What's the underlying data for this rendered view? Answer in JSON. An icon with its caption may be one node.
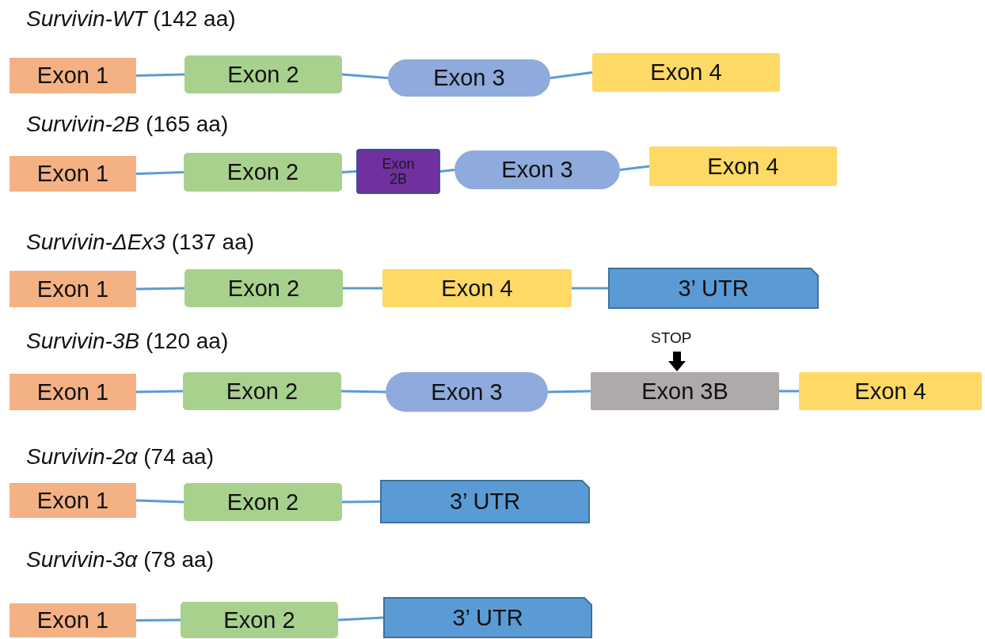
{
  "diagram": {
    "nodes": [
      {
        "text": [
          "Exon 1"
        ]
      },
      {
        "text": [
          "Exon 2"
        ]
      },
      {
        "text": [
          "Exon 3"
        ]
      },
      {
        "text": [
          "Exon 4"
        ]
      },
      {
        "text": [
          "Exon 1"
        ]
      },
      {
        "text": [
          "Exon 2"
        ]
      },
      {
        "text": [
          "Exon 2B"
        ]
      },
      {
        "text": [
          "Exon 3"
        ]
      },
      {
        "text": [
          "Exon 4"
        ]
      },
      {
        "text": [
          "Exon 1"
        ]
      },
      {
        "text": [
          "Exon 2"
        ]
      },
      {
        "text": [
          "Exon 4"
        ]
      },
      {
        "text": [
          "3’ UTR"
        ]
      },
      {
        "text": [
          "Exon 1"
        ]
      },
      {
        "text": [
          "Exon 2"
        ]
      },
      {
        "text": [
          "Exon 3"
        ]
      },
      {
        "text": [
          "Exon 3B"
        ]
      },
      {
        "text": [
          "Exon 4"
        ]
      },
      {
        "text": [
          "Exon 1"
        ]
      },
      {
        "text": [
          "Exon 2"
        ]
      },
      {
        "text": [
          "3’ UTR"
        ]
      },
      {
        "text": [
          "Exon 1"
        ]
      },
      {
        "text": [
          "Exon 2"
        ]
      },
      {
        "text": [
          "3’ UTR"
        ]
      }
    ],
    "edges": [
      {
        "from": 0,
        "to": 1,
        "arrow": "none"
      },
      {
        "from": 1,
        "to": 2,
        "arrow": "none"
      },
      {
        "from": 2,
        "to": 3,
        "arrow": "none"
      },
      {
        "from": 4,
        "to": 5,
        "arrow": "none"
      },
      {
        "from": 5,
        "to": 6,
        "arrow": "none"
      },
      {
        "from": 6,
        "to": 7,
        "arrow": "none"
      },
      {
        "from": 7,
        "to": 8,
        "arrow": "none"
      },
      {
        "from": 9,
        "to": 10,
        "arrow": "none"
      },
      {
        "from": 10,
        "to": 11,
        "arrow": "none"
      },
      {
        "from": 11,
        "to": 12,
        "arrow": "none"
      },
      {
        "from": 13,
        "to": 14,
        "arrow": "none"
      },
      {
        "from": 14,
        "to": 15,
        "arrow": "none"
      },
      {
        "from": 15,
        "to": 16,
        "arrow": "none"
      },
      {
        "from": 16,
        "to": 17,
        "arrow": "none"
      },
      {
        "from": 18,
        "to": 19,
        "arrow": "none"
      },
      {
        "from": 19,
        "to": 20,
        "arrow": "none"
      },
      {
        "from": 21,
        "to": 22,
        "arrow": "none"
      },
      {
        "from": 22,
        "to": 23,
        "arrow": "none"
      }
    ],
    "labels": [
      "*Survivin-WT* (142 aa)",
      "*Survivin-2B* (165 aa)",
      "*Survivin-ΔEx3* (137 aa)",
      "*Survivin-3B* (120 aa)",
      "STOP",
      "*Survivin-2α* (74 aa)",
      "*Survivin-3α* (78 aa)"
    ]
  }
}
